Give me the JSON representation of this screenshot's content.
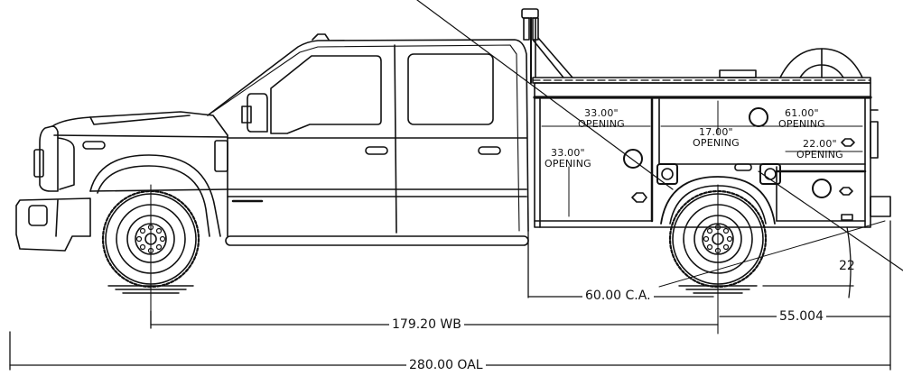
{
  "drawing": {
    "subject": "Crew cab service body truck side elevation",
    "line_color": "#111111",
    "background": "#ffffff"
  },
  "dimensions": {
    "overall_length": {
      "value": "280.00",
      "unit_label": "OAL",
      "text": "280.00 OAL"
    },
    "wheelbase": {
      "value": "179.20",
      "unit_label": "WB",
      "text": "179.20 WB"
    },
    "cab_to_axle": {
      "value": "60.00",
      "unit_label": "C.A.",
      "text": "60.00 C.A."
    },
    "rear_overhang": {
      "value": "55.004",
      "text": "55.004"
    },
    "departure_angle": {
      "value": "22",
      "text": "22"
    }
  },
  "compartment_openings": [
    {
      "size": "33.00\"",
      "label": "OPENING",
      "position": "front-upper"
    },
    {
      "size": "33.00\"",
      "label": "OPENING",
      "position": "front-lower"
    },
    {
      "size": "17.00\"",
      "label": "OPENING",
      "position": "middle"
    },
    {
      "size": "61.00\"",
      "label": "OPENING",
      "position": "rear-upper"
    },
    {
      "size": "22.00\"",
      "label": "OPENING",
      "position": "rear-lower"
    }
  ]
}
